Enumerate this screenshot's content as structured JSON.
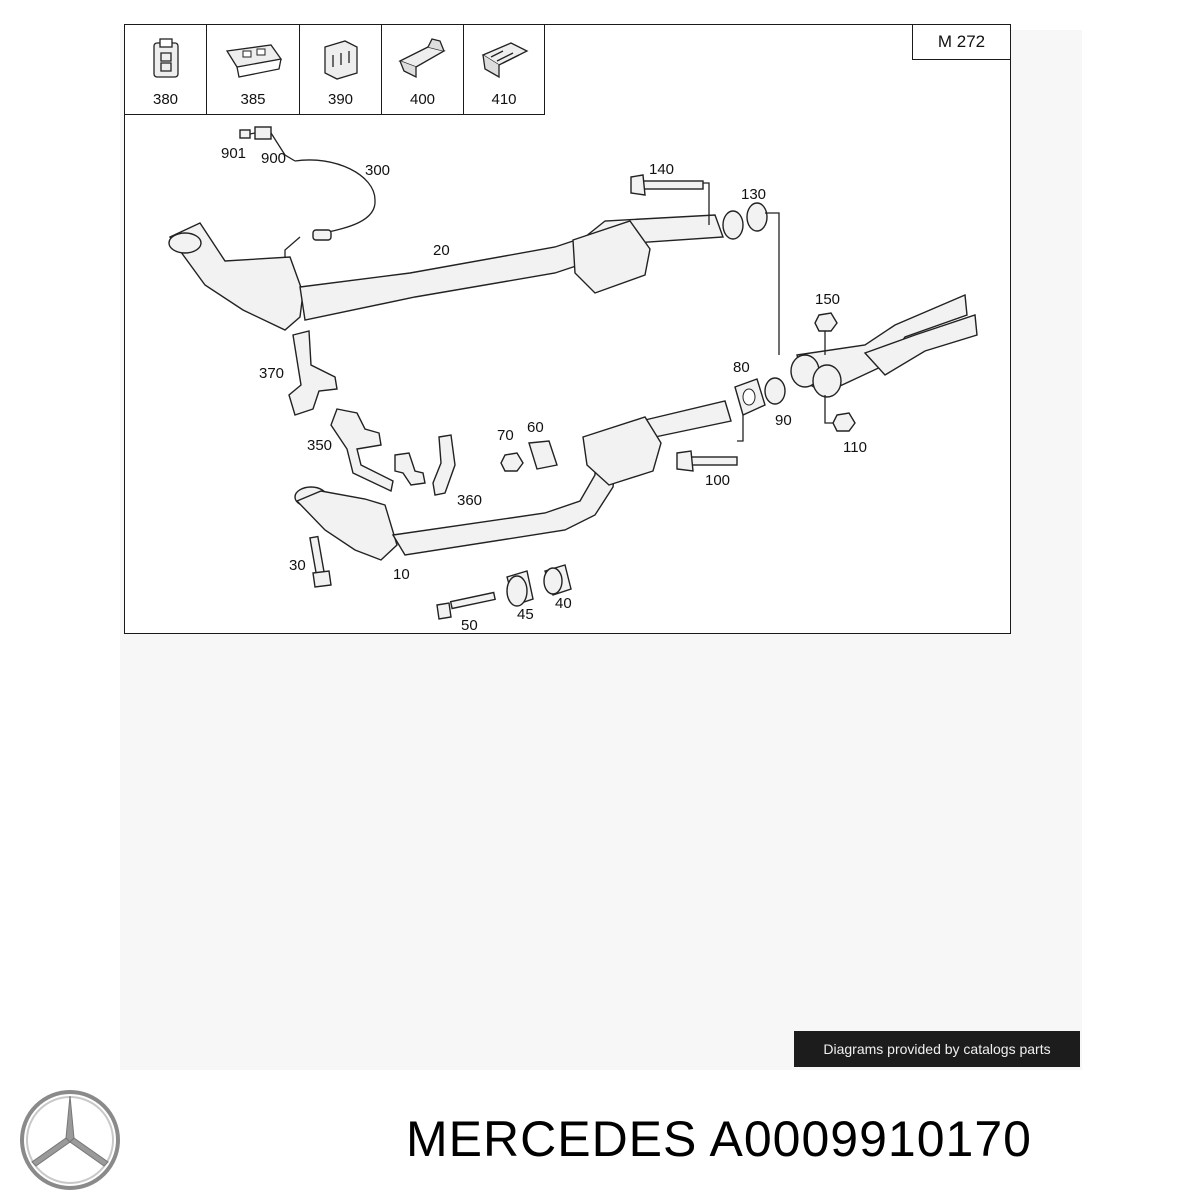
{
  "diagram": {
    "model_label": "M 272",
    "thumbnails": [
      {
        "number": "380",
        "icon": "rubber-mount-icon"
      },
      {
        "number": "385",
        "icon": "bracket-plate-icon"
      },
      {
        "number": "390",
        "icon": "clip-bracket-icon"
      },
      {
        "number": "400",
        "icon": "holder-bracket-icon"
      },
      {
        "number": "410",
        "icon": "mount-bracket-icon"
      }
    ],
    "callouts": {
      "c901": "901",
      "c900": "900",
      "c300": "300",
      "c140": "140",
      "c130": "130",
      "c20": "20",
      "c150": "150",
      "c370": "370",
      "c80": "80",
      "c90": "90",
      "c110": "110",
      "c70": "70",
      "c60": "60",
      "c350": "350",
      "c100": "100",
      "c360": "360",
      "c30": "30",
      "c10": "10",
      "c45": "45",
      "c40": "40",
      "c50": "50"
    }
  },
  "credit_text": "Diagrams provided by catalogs parts",
  "brand": {
    "text": "MERCEDES A0009910170",
    "logo_icon": "mercedes-star-icon"
  }
}
